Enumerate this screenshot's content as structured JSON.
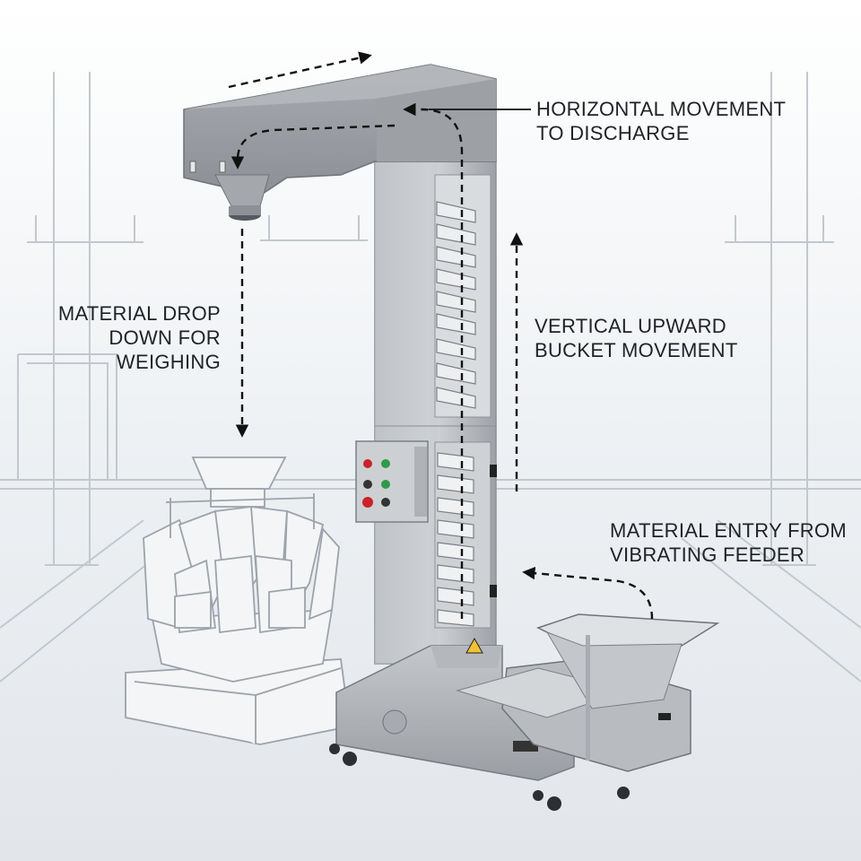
{
  "labels": {
    "horizontal": {
      "line1": "HORIZONTAL MOVEMENT",
      "line2": "TO DISCHARGE"
    },
    "drop": {
      "line1": "MATERIAL DROP",
      "line2": "DOWN FOR",
      "line3": "WEIGHING"
    },
    "vertical": {
      "line1": "VERTICAL UPWARD",
      "line2": "BUCKET MOVEMENT"
    },
    "entry": {
      "line1": "MATERIAL ENTRY FROM",
      "line2": "VIBRATING FEEDER"
    }
  },
  "colors": {
    "background": "#eef1f4",
    "steel_light": "#c9ccd0",
    "steel_mid": "#a9adb2",
    "steel_dark": "#7d8187",
    "sketch_line": "#b4bac2",
    "arrow": "#111111",
    "button_red": "#c8242a",
    "button_green": "#2f9a4a"
  },
  "icons": [
    "dashed-arrow-icon",
    "warning-icon",
    "start-button-icon",
    "stop-button-icon"
  ]
}
